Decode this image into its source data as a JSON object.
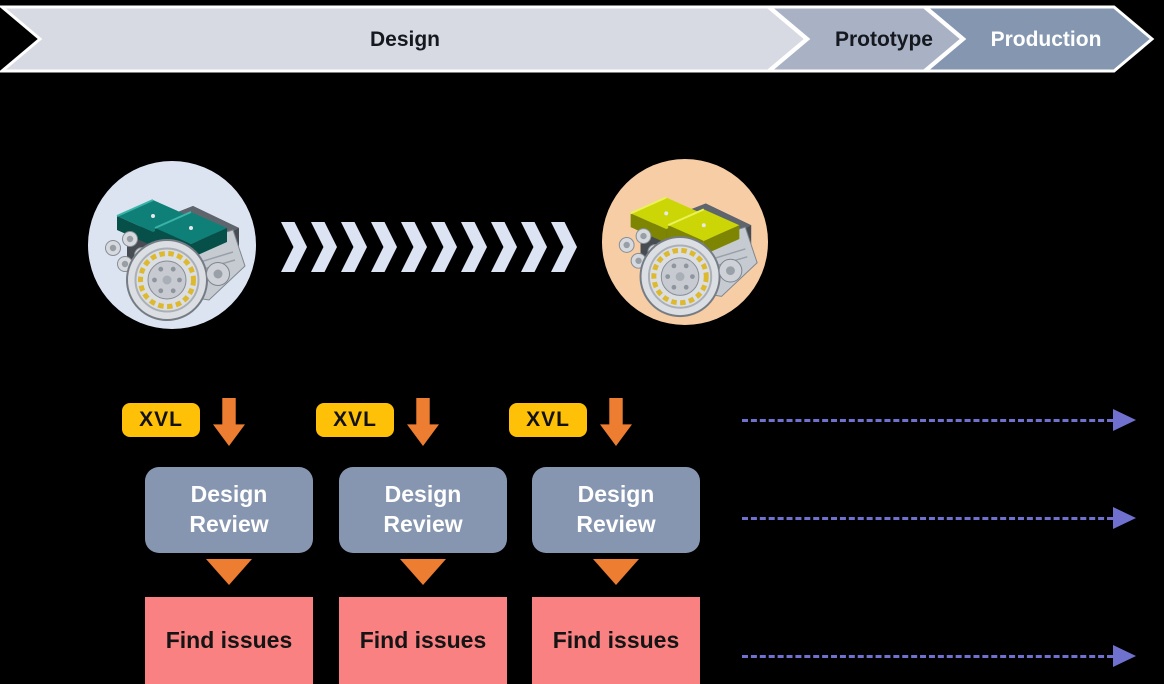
{
  "colors": {
    "bg": "#000000",
    "stage-design": "#d7dae2",
    "stage-prototype": "#a9b2c4",
    "stage-production": "#8496b0",
    "stage-border": "#ffffff",
    "banner-dark-text": "#15181f",
    "banner-light-text": "#ffffff",
    "handoff-chevron": "#dce3f2",
    "circle-before": "#dce4f2",
    "circle-after": "#f6cda4",
    "engine-before-cover": "#0f8078",
    "engine-before-cover-dark": "#074f49",
    "engine-before-cover-light": "#3ab3a8",
    "engine-after-cover": "#ccd606",
    "engine-after-cover-dark": "#7d8503",
    "engine-after-cover-light": "#ebf258",
    "xvl-yellow": "#ffc008",
    "xvl-text": "#111111",
    "orange": "#ed7d31",
    "review-fill": "#8796b0",
    "review-text": "#ffffff",
    "issues-fill": "#fa8181",
    "issues-text": "#141414",
    "dashed": "#7070cf"
  },
  "process_banner": {
    "stages": [
      {
        "label": "Design"
      },
      {
        "label": "Prototype"
      },
      {
        "label": "Production"
      }
    ]
  },
  "engines": {
    "before": {
      "description": "engine CAD model with teal covers"
    },
    "after": {
      "description": "engine CAD model with yellow covers"
    }
  },
  "handoff": {
    "chevron_count": 10
  },
  "columns": [
    {
      "badge_label": "XVL",
      "review_label": "Design\nReview",
      "result_label": "Find issues"
    },
    {
      "badge_label": "XVL",
      "review_label": "Design\nReview",
      "result_label": "Find issues"
    },
    {
      "badge_label": "XVL",
      "review_label": "Design\nReview",
      "result_label": "Find issues"
    }
  ],
  "timeline_arrows": {
    "count": 3
  }
}
